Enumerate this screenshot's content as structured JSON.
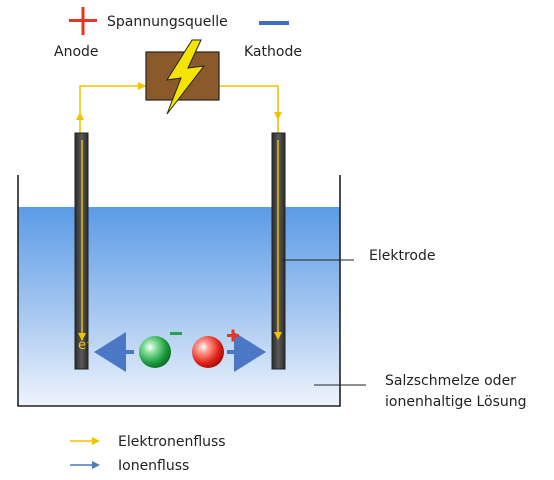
{
  "source": {
    "label": "Spannungsquelle",
    "plus_symbol": "+",
    "minus_symbol": "−"
  },
  "electrodes": {
    "anode_label": "Anode",
    "cathode_label": "Kathode",
    "electrode_label": "Elektrode",
    "electron_symbol": "e⁻"
  },
  "container": {
    "line1": "Salzschmelze oder",
    "line2": "ionenhaltige Lösung"
  },
  "ions": {
    "anion_charge": "−",
    "cation_charge": "+"
  },
  "legend": {
    "electron_flow": "Elektronenfluss",
    "ion_flow": "Ionenfluss"
  },
  "colors": {
    "wire": "#f2c200",
    "electron_arrow": "#f2c200",
    "ion_arrow": "#4a78c4",
    "plus": "#e8351f",
    "minus_blue": "#3e6fc4",
    "minus_green": "#1ea84a",
    "liquid_top": "#5b9be6",
    "liquid_bottom": "#eaf2fc",
    "battery": "#8b5a2b",
    "bolt": "#f5e400",
    "electrode": "#3d3d3d"
  }
}
